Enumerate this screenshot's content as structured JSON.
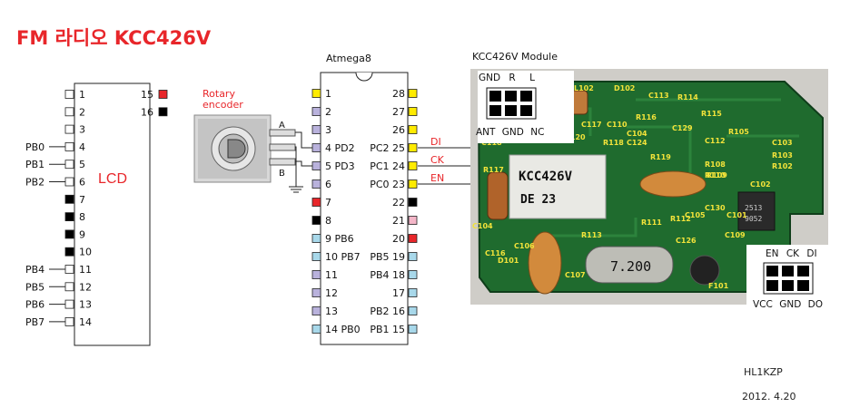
{
  "title": "FM 라디오 KCC426V",
  "lcd": {
    "label": "LCD",
    "left_pins": [
      {
        "num": "1",
        "net": "",
        "color": "#ffffff"
      },
      {
        "num": "2",
        "net": "",
        "color": "#ffffff"
      },
      {
        "num": "3",
        "net": "",
        "color": "#ffffff"
      },
      {
        "num": "4",
        "net": "PB0",
        "color": "#ffffff"
      },
      {
        "num": "5",
        "net": "PB1",
        "color": "#ffffff"
      },
      {
        "num": "6",
        "net": "PB2",
        "color": "#ffffff"
      },
      {
        "num": "7",
        "net": "",
        "color": "#000000"
      },
      {
        "num": "8",
        "net": "",
        "color": "#000000"
      },
      {
        "num": "9",
        "net": "",
        "color": "#000000"
      },
      {
        "num": "10",
        "net": "",
        "color": "#000000"
      },
      {
        "num": "11",
        "net": "PB4",
        "color": "#ffffff"
      },
      {
        "num": "12",
        "net": "PB5",
        "color": "#ffffff"
      },
      {
        "num": "13",
        "net": "PB6",
        "color": "#ffffff"
      },
      {
        "num": "14",
        "net": "PB7",
        "color": "#ffffff"
      }
    ],
    "right_pins": [
      {
        "num": "15",
        "color": "#e8262a"
      },
      {
        "num": "16",
        "color": "#000000"
      }
    ]
  },
  "encoder": {
    "label_line1": "Rotary",
    "label_line2": "encoder",
    "pin_a": "A",
    "pin_b": "B"
  },
  "mcu": {
    "label": "Atmega8",
    "left_pins": [
      {
        "text": "1",
        "color": "#ffeb00"
      },
      {
        "text": "2",
        "color": "#b9b2dc"
      },
      {
        "text": "3",
        "color": "#b9b2dc"
      },
      {
        "text": "4 PD2",
        "color": "#b9b2dc"
      },
      {
        "text": "5 PD3",
        "color": "#b9b2dc"
      },
      {
        "text": "6",
        "color": "#b9b2dc"
      },
      {
        "text": "7",
        "color": "#e8262a"
      },
      {
        "text": "8",
        "color": "#000000"
      },
      {
        "text": "9 PB6",
        "color": "#a8d8ea"
      },
      {
        "text": "10 PB7",
        "color": "#a8d8ea"
      },
      {
        "text": "11",
        "color": "#b9b2dc"
      },
      {
        "text": "12",
        "color": "#b9b2dc"
      },
      {
        "text": "13",
        "color": "#b9b2dc"
      },
      {
        "text": "14 PB0",
        "color": "#a8d8ea"
      }
    ],
    "right_pins": [
      {
        "text": "28",
        "color": "#ffeb00"
      },
      {
        "text": "27",
        "color": "#ffeb00"
      },
      {
        "text": "26",
        "color": "#ffeb00"
      },
      {
        "text": "PC2 25",
        "color": "#ffeb00"
      },
      {
        "text": "PC1 24",
        "color": "#ffeb00"
      },
      {
        "text": "PC0 23",
        "color": "#ffeb00"
      },
      {
        "text": "22",
        "color": "#000000"
      },
      {
        "text": "21",
        "color": "#f4b6c8"
      },
      {
        "text": "20",
        "color": "#e8262a"
      },
      {
        "text": "PB5 19",
        "color": "#a8d8ea"
      },
      {
        "text": "PB4 18",
        "color": "#a8d8ea"
      },
      {
        "text": "17",
        "color": "#a8d8ea"
      },
      {
        "text": "PB2 16",
        "color": "#a8d8ea"
      },
      {
        "text": "PB1 15",
        "color": "#a8d8ea"
      }
    ]
  },
  "signals": [
    "DI",
    "CK",
    "EN"
  ],
  "module": {
    "label": "KCC426V Module",
    "top_header_top": [
      "GND",
      "R",
      "L"
    ],
    "top_header_bottom": [
      "ANT",
      "GND",
      "NC"
    ],
    "bottom_header_top": [
      "EN",
      "CK",
      "DI"
    ],
    "bottom_header_bottom": [
      "VCC",
      "GND",
      "DO"
    ],
    "chip_text_1": "KCC426V",
    "chip_text_2": "DE 23",
    "crystal_text": "7.200",
    "silk_labels": [
      "L102",
      "D102",
      "C113",
      "R114",
      "R115",
      "R105",
      "C103",
      "R103",
      "R102",
      "C112",
      "C104",
      "C129",
      "R116",
      "C118",
      "R118",
      "C124",
      "R119",
      "C120",
      "C117",
      "C110",
      "R117",
      "R110",
      "R111",
      "R112",
      "R108",
      "R109",
      "C104",
      "C106",
      "R113",
      "C116",
      "D101",
      "C109",
      "C107",
      "F101",
      "C130",
      "C105",
      "C126",
      "C101",
      "C102"
    ],
    "ic_text_1": "2513",
    "ic_text_2": "9052"
  },
  "credit": {
    "callsign": "HL1KZP",
    "date": "2012. 4.20"
  },
  "colors": {
    "accent_red": "#e8262a",
    "pcb_green": "#1f6b2e",
    "silk_yellow": "#f2e33a"
  }
}
